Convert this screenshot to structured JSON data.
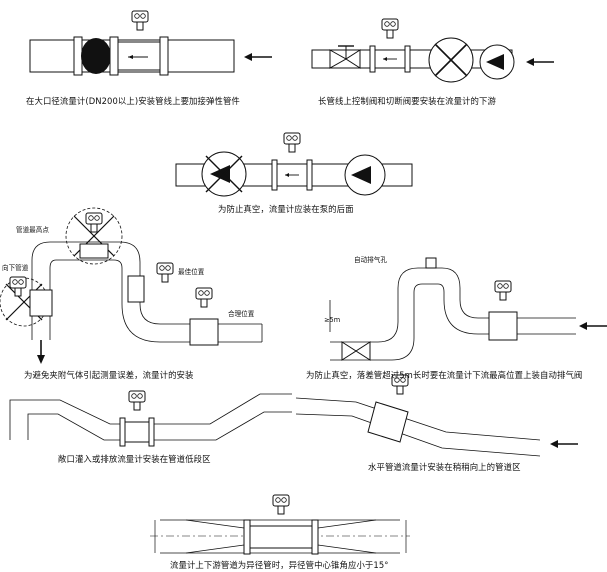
{
  "captions": [
    "在大口径流量计(DN200以上)安装管线上要加接弹性管件",
    "长管线上控制阀和切断阀要安装在流量计的下游",
    "为防止真空，流量计应装在泵的后面",
    "为避免夹附气体引起测量误差，流量计的安装",
    "为防止真空，落差管超过5m长时要在流量计下流最高位置上装自动排气阀",
    "敞口灌入或排放流量计安装在管道低段区",
    "水平管道流量计安装在稍稍向上的管道区",
    "流量计上下游管道为异径管时，异径管中心锥角应小于15°"
  ],
  "labels": {
    "highest_point": "管道最高点",
    "downward_pipe": "向下管道",
    "best_position": "最佳位置",
    "suitable_position": "合理位置",
    "auto_vent": "自动排气孔",
    "height_mark": "≥5m"
  },
  "colors": {
    "line": "#111111",
    "background": "#ffffff"
  }
}
